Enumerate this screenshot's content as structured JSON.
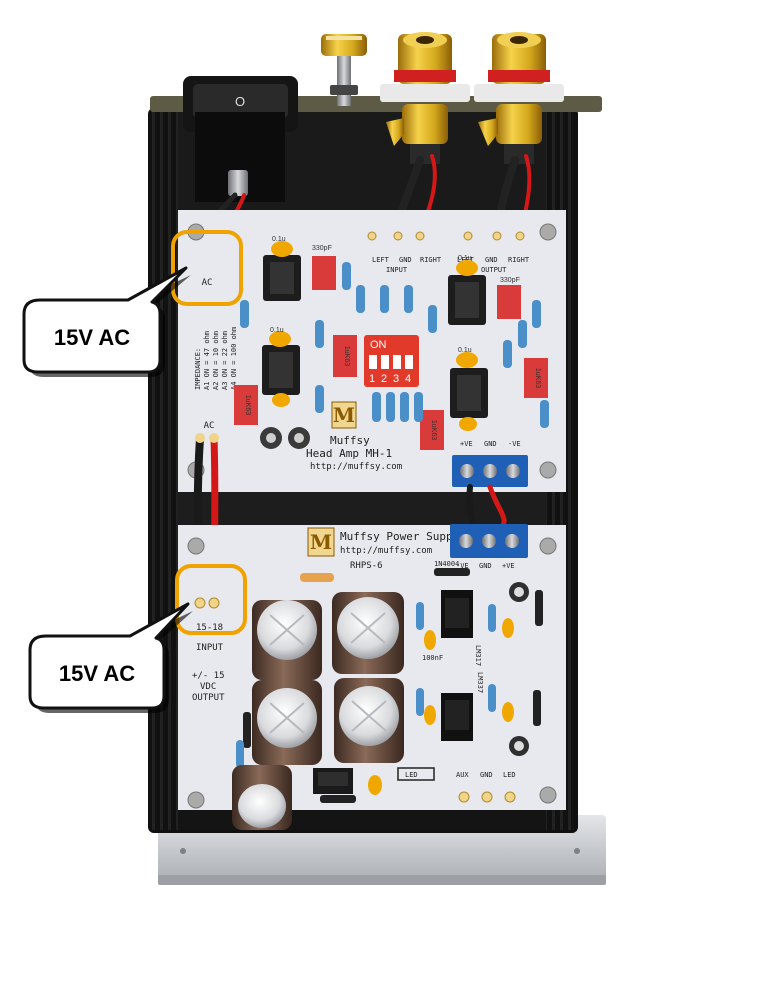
{
  "callouts": [
    {
      "label": "15V AC"
    },
    {
      "label": "15V AC"
    }
  ],
  "headamp_board": {
    "brand": "Muffsy",
    "product": "Head Amp MH-1",
    "url": "http://muffsy.com",
    "input_labels": {
      "left": "LEFT",
      "gnd": "GND",
      "right": "RIGHT",
      "title": "INPUT"
    },
    "output_labels": {
      "left": "LEFT",
      "gnd": "GND",
      "right": "RIGHT",
      "title": "OUTPUT"
    },
    "ac_label_top": "AC",
    "ac_label_lower": "AC",
    "impedance_title": "IMPEDANCE:",
    "impedance_lines": [
      "A1 ON = 47 ohm",
      "A2 ON = 10 ohm",
      "A3 ON = 22 ohm",
      "A4 ON = 100 ohm"
    ],
    "dip_switch": {
      "on_label": "ON",
      "positions": [
        "1",
        "2",
        "3",
        "4"
      ]
    },
    "cap_labels": [
      "0.1u",
      "0.1u",
      "0.1u",
      "0.1u",
      "330pF",
      "330pF"
    ],
    "film_cap_labels": [
      "1uK63",
      "1uK63",
      "1uK63",
      "1uK63"
    ],
    "output_terminal_labels": {
      "pos": "+VE",
      "gnd": "GND",
      "neg": "-VE"
    },
    "logo_letter": "M"
  },
  "power_board": {
    "title": "Muffsy Power Supply",
    "url": "http://muffsy.com",
    "model": "RHPS-6",
    "input_label_1": "15-18",
    "input_label_2": "INPUT",
    "output_label_1": "+/- 15",
    "output_label_2": "VDC",
    "output_label_3": "OUTPUT",
    "terminal_labels": {
      "neg": "-VE",
      "gnd": "GND",
      "pos": "+VE"
    },
    "diode_label": "1N4004",
    "aux_labels": {
      "aux": "AUX",
      "gnd": "GND",
      "led": "LED"
    },
    "led_label": "LED",
    "cap_label_100nf": "100nF",
    "regulator_label_top": "LM317",
    "regulator_label_bottom": "LM337",
    "logo_letter": "M"
  },
  "colors": {
    "callout_ring": "#f0a300",
    "pcb": "#e8e9ee",
    "chassis": "#151515",
    "base_plate": "#c9cbcf",
    "gold_rca": "#d4a81c",
    "terminal_block": "#1f5fb5",
    "dip_switch": "#e23a2a",
    "film_cap": "#d93a3a",
    "tantalum_cap": "#f0a800"
  }
}
